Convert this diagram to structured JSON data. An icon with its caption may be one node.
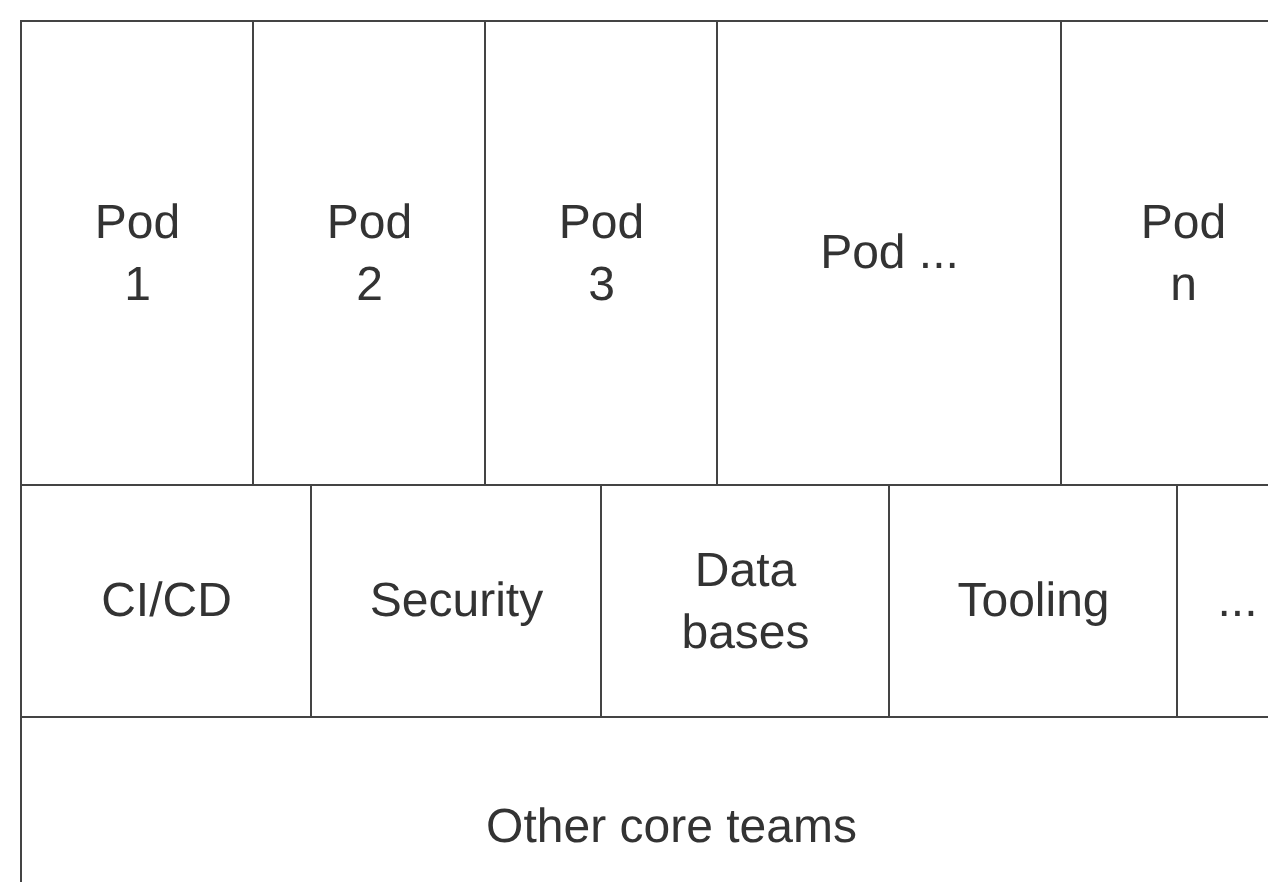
{
  "diagram": {
    "nodes": [
      {
        "text": [
          "Pod 1"
        ]
      },
      {
        "text": [
          "Pod 2"
        ]
      },
      {
        "text": [
          "Pod 3"
        ]
      },
      {
        "text": [
          "Pod ..."
        ]
      },
      {
        "text": [
          "Pod n"
        ]
      },
      {
        "text": [
          "CI/CD"
        ]
      },
      {
        "text": [
          "Security"
        ]
      },
      {
        "text": [
          "Data bases"
        ]
      },
      {
        "text": [
          "Tooling"
        ]
      },
      {
        "text": [
          "..."
        ]
      },
      {
        "text": [
          "Other core teams"
        ]
      }
    ]
  }
}
